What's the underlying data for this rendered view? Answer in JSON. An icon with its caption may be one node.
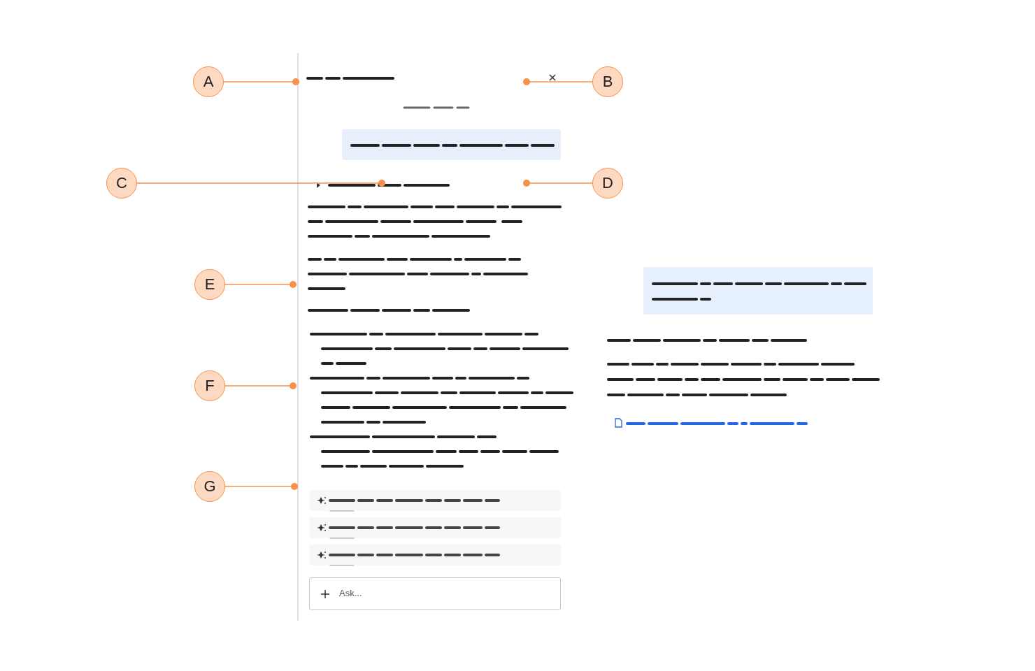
{
  "diagram": {
    "nodes": [
      {
        "text": [
          "A"
        ]
      },
      {
        "text": [
          "B"
        ]
      },
      {
        "text": [
          "C"
        ]
      },
      {
        "text": [
          "D"
        ]
      },
      {
        "text": [
          "E"
        ]
      },
      {
        "text": [
          "F"
        ]
      },
      {
        "text": [
          "G"
        ]
      },
      {
        "text": [],
        "shape": "box"
      },
      {
        "text": [],
        "shape": "box"
      },
      {
        "text": [],
        "shape": "box"
      }
    ],
    "edges": [
      {
        "from": 0,
        "to": null,
        "arrow": "other"
      },
      {
        "from": 1,
        "to": null,
        "arrow": "other"
      },
      {
        "from": 2,
        "to": null,
        "arrow": "other"
      },
      {
        "from": 3,
        "to": null,
        "arrow": "other"
      },
      {
        "from": 4,
        "to": 7,
        "arrow": "other"
      },
      {
        "from": 5,
        "to": 8,
        "arrow": "other"
      },
      {
        "from": 6,
        "to": 9,
        "arrow": "other"
      }
    ],
    "labels": [
      "Ask..."
    ]
  }
}
